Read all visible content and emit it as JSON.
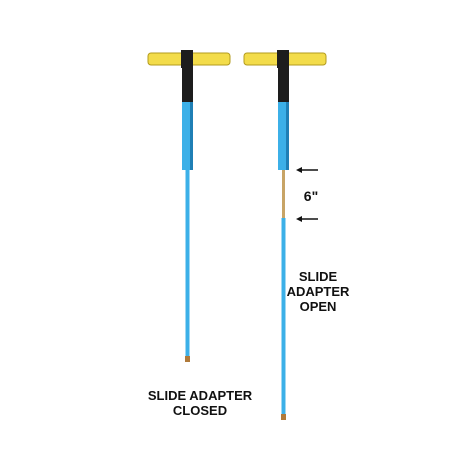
{
  "captions": {
    "closed": {
      "line1": "SLIDE ADAPTER",
      "line2": "CLOSED"
    },
    "open": {
      "line1": "SLIDE",
      "line2": "ADAPTER",
      "line3": "OPEN"
    }
  },
  "measurement": {
    "label": "6\""
  },
  "colors": {
    "handle": "#f3dc4a",
    "handle_edge": "#b39b1e",
    "grip": "#1d1d1d",
    "shaft": "#3cb0e8",
    "shaft_dark": "#1f7fb5",
    "adapter_rod": "#c8a466",
    "tip": "#b07a3a",
    "text": "#111111"
  },
  "icons": {
    "probe_closed": "t-handle-probe-icon",
    "probe_open": "t-handle-probe-icon",
    "arrow": "arrow-left-icon"
  }
}
